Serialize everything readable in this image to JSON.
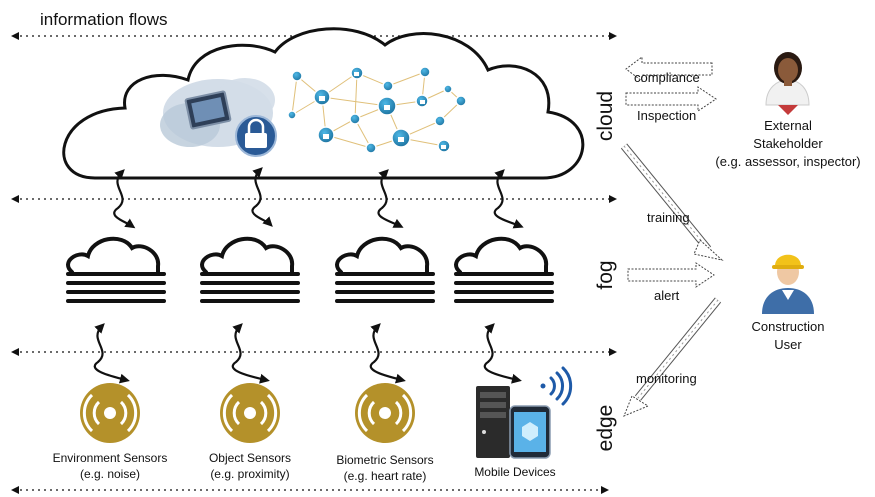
{
  "header": {
    "title": "information flows"
  },
  "layers": {
    "cloud": "cloud",
    "fog": "fog",
    "edge": "edge"
  },
  "flows": {
    "compliance": "compliance",
    "inspection": "Inspection",
    "training": "training",
    "alert": "alert",
    "monitoring": "monitoring"
  },
  "actors": {
    "external": {
      "line1": "External",
      "line2": "Stakeholder",
      "line3": "(e.g. assessor, inspector)"
    },
    "construction": {
      "line1": "Construction",
      "line2": "User"
    }
  },
  "devices": [
    {
      "name": "Environment Sensors",
      "detail": "(e.g. noise)",
      "icon": "sensor-icon"
    },
    {
      "name": "Object Sensors",
      "detail": "(e.g. proximity)",
      "icon": "sensor-icon"
    },
    {
      "name": "Biometric Sensors",
      "detail": "(e.g. heart rate)",
      "icon": "sensor-icon"
    },
    {
      "name": "Mobile Devices",
      "detail": "",
      "icon": "mobile-server-icon"
    }
  ],
  "colors": {
    "sensor_gold": "#b4912a",
    "lock_blue": "#1e8fc0",
    "line": "#111111"
  }
}
